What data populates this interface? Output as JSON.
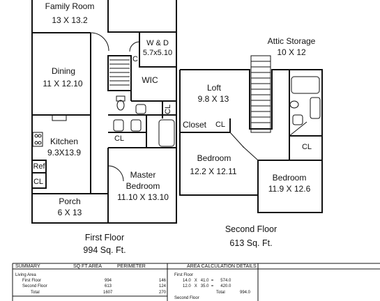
{
  "rooms": {
    "family_room": {
      "name": "Family Room",
      "dims": "13 X 13.2"
    },
    "wd": {
      "name": "W & D",
      "dims": "5.7x5.10"
    },
    "dining": {
      "name": "Dining",
      "dims": "11 X 12.10"
    },
    "wic": {
      "name": "WIC"
    },
    "kitchen": {
      "name": "Kitchen",
      "dims": "9.3X13.9"
    },
    "ref": {
      "name": "Ref"
    },
    "cl": "CL",
    "c": "C",
    "master": {
      "name": "Master",
      "name2": "Bedroom",
      "dims": "11.10 X 13.10"
    },
    "porch": {
      "name": "Porch",
      "dims": "6 X 13"
    },
    "attic": {
      "name": "Attic Storage",
      "dims": "10 X 12"
    },
    "loft": {
      "name": "Loft",
      "dims": "9.8 X 13"
    },
    "closet": {
      "name": "Closet"
    },
    "bedroom2": {
      "name": "Bedroom",
      "dims": "12.2 X 12.11"
    },
    "bedroom3": {
      "name": "Bedroom",
      "dims": "11.9 X 12.6"
    }
  },
  "floors": {
    "first": {
      "name": "First Floor",
      "area": "994 Sq. Ft."
    },
    "second": {
      "name": "Second Floor",
      "area": "613 Sq. Ft."
    }
  },
  "summary": {
    "headers": [
      "SUMMARY",
      "SQ FT AREA",
      "PERIMETER",
      "AREA CALCULATION DETAILS"
    ],
    "group": "Living Area",
    "rows": [
      {
        "label": "First Floor",
        "area": "994",
        "perim": "146"
      },
      {
        "label": "Second Floor",
        "area": "613",
        "perim": "124"
      },
      {
        "label": "Total",
        "area": "1607",
        "perim": "270"
      }
    ],
    "details_group": "First Floor",
    "details": [
      {
        "a": "14.0",
        "op": "X",
        "b": "41.0",
        "eq": "=",
        "r": "574.0"
      },
      {
        "a": "12.0",
        "op": "X",
        "b": "35.0",
        "eq": "=",
        "r": "420.0"
      }
    ],
    "details_total_label": "Total",
    "details_total": "994.0",
    "details_group2": "Second Floor"
  }
}
